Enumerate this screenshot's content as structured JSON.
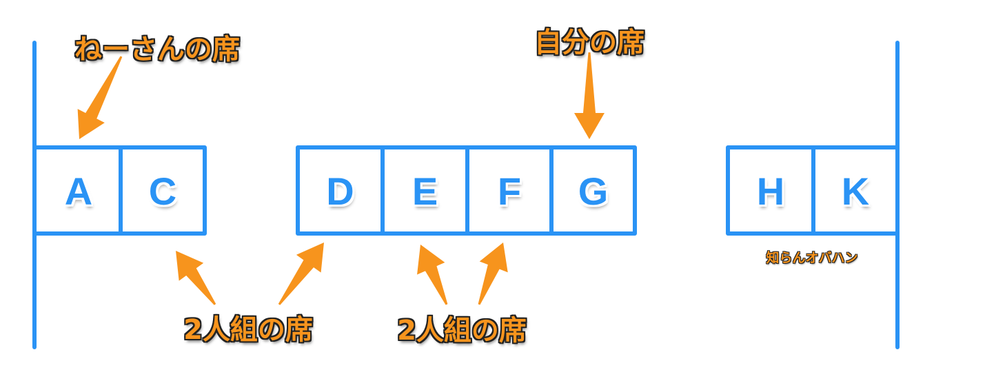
{
  "colors": {
    "structure": "#2a93f5",
    "annotation": "#f7941d",
    "outline": "#222222"
  },
  "seats": [
    "A",
    "C",
    "D",
    "E",
    "F",
    "G",
    "H",
    "K"
  ],
  "labels": {
    "sister_seat": "ねーさんの席",
    "my_seat": "自分の席",
    "pair_seats_1": "2人組の席",
    "pair_seats_2": "2人組の席",
    "stranger": "知らんオバハン"
  }
}
